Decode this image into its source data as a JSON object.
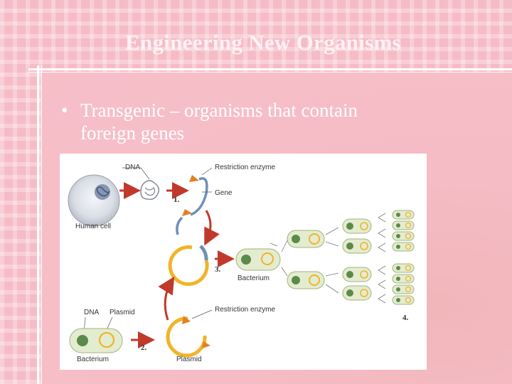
{
  "slide": {
    "title": "Engineering New Organisms",
    "bullet_symbol": "•",
    "bullet_text": "Transgenic – organisms that contain foreign genes"
  },
  "figure": {
    "labels": {
      "dna_top": "DNA",
      "restriction_enzyme_top": "Restriction enzyme",
      "gene": "Gene",
      "human_cell": "Human cell",
      "bacterium_mid": "Bacterium",
      "dna_bottom": "DNA",
      "plasmid_top": "Plasmid",
      "restriction_enzyme_bottom": "Restriction enzyme",
      "bacterium_bottom": "Bacterium",
      "plasmid_bottom": "Plasmid"
    },
    "steps": {
      "step1": "1.",
      "step2": "2.",
      "step3": "3.",
      "step4": "4."
    }
  }
}
